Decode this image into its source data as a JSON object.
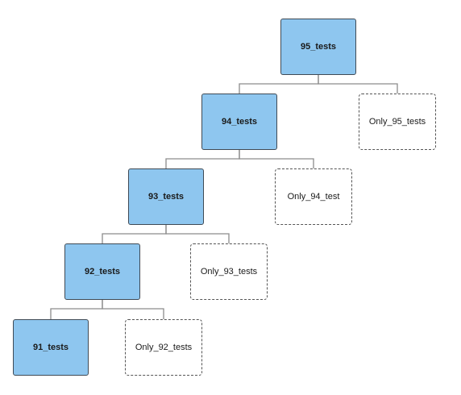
{
  "colors": {
    "node_fill": "#8ec6ef",
    "node_border": "#3f4a55",
    "dashed_border": "#555555",
    "connector": "#8c8c8c"
  },
  "nodes": {
    "n95": "95_tests",
    "n94": "94_tests",
    "n93": "93_tests",
    "n92": "92_tests",
    "n91": "91_tests",
    "o95": "Only_95_tests",
    "o94": "Only_94_test",
    "o93": "Only_93_tests",
    "o92": "Only_92_tests"
  },
  "edges": [
    [
      "n95",
      "n94"
    ],
    [
      "n95",
      "o95"
    ],
    [
      "n94",
      "n93"
    ],
    [
      "n94",
      "o94"
    ],
    [
      "n93",
      "n92"
    ],
    [
      "n93",
      "o93"
    ],
    [
      "n92",
      "n91"
    ],
    [
      "n92",
      "o92"
    ]
  ]
}
